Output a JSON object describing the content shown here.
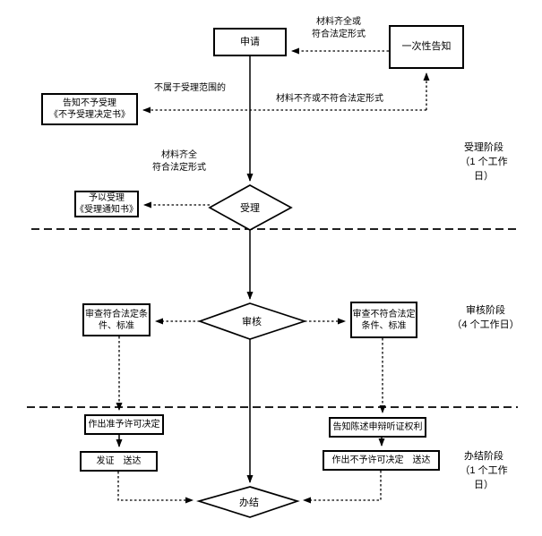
{
  "flowchart": {
    "nodes": {
      "apply": "申请",
      "one_time_notice": "一次性告知",
      "reject_notice_line1": "告知不予受理",
      "reject_notice_line2": "《不予受理决定书》",
      "accept_notice_line1": "予以受理",
      "accept_notice_line2": "《受理通知书》",
      "accept_diamond": "受理",
      "review_diamond": "审核",
      "complete_diamond": "办结",
      "review_pass_line1": "审查符合法定条",
      "review_pass_line2": "件、标准",
      "review_fail_line1": "审查不符合法定",
      "review_fail_line2": "条件、标准",
      "grant_decision": "作出准予许可决定",
      "issue_deliver": "发证　送达",
      "hearing_notice": "告知陈述申辩听证权利",
      "deny_deliver": "作出不予许可决定　送达"
    },
    "edge_labels": {
      "top_condition_line1": "材料齐全或",
      "top_condition_line2": "符合法定形式",
      "out_of_scope": "不属于受理范围的",
      "incomplete": "材料不齐或不符合法定形式",
      "complete_form_line1": "材料齐全",
      "complete_form_line2": "符合法定形式"
    },
    "stages": {
      "stage1_line1": "受理阶段",
      "stage1_line2": "（1 个工作",
      "stage1_line3": "日）",
      "stage2_line1": "审核阶段",
      "stage2_line2": "（4 个工作日）",
      "stage3_line1": "办结阶段",
      "stage3_line2": "（1 个工作",
      "stage3_line3": "日）"
    },
    "colors": {
      "line": "#000000",
      "background": "#ffffff",
      "text": "#000000"
    }
  }
}
